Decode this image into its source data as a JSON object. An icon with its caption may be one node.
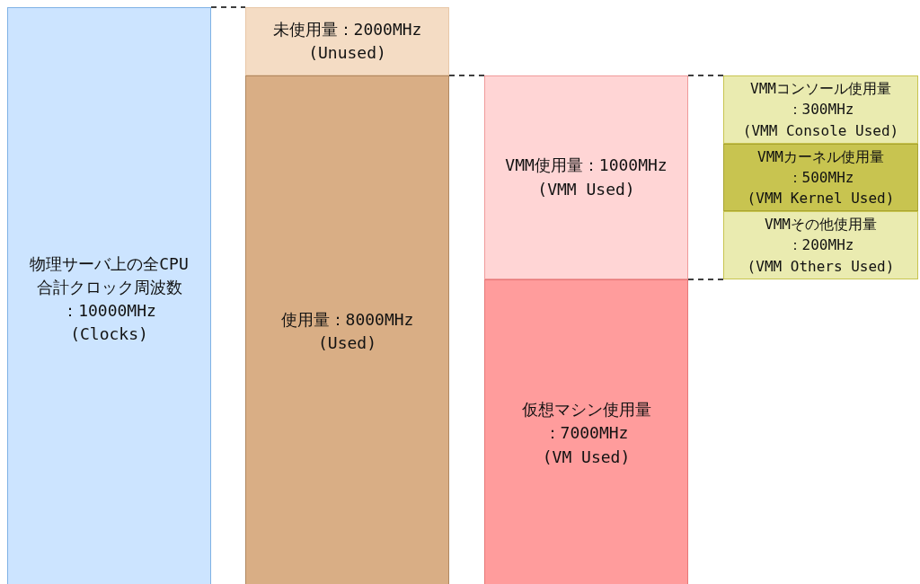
{
  "diagram": {
    "nodes": [
      {
        "text": [
          "物理サーバ上の全CPU合計クロック周波数",
          "：10000MHz",
          "(Clocks)"
        ]
      },
      {
        "text": [
          "未使用量：2000MHz",
          "(Unused)"
        ]
      },
      {
        "text": [
          "使用量：8000MHz",
          "(Used)"
        ]
      },
      {
        "text": [
          "VMM使用量：1000MHz",
          "(VMM Used)"
        ]
      },
      {
        "text": [
          "仮想マシン使用量",
          "：7000MHz",
          "(VM Used)"
        ]
      },
      {
        "text": [
          "VMMコンソール使用量",
          "：300MHz",
          "(VMM Console Used)"
        ]
      },
      {
        "text": [
          "VMMカーネル使用量",
          "：500MHz",
          "(VMM Kernel Used)"
        ]
      },
      {
        "text": [
          "VMMその他使用量",
          "：200MHz",
          "(VMM Others Used)"
        ]
      }
    ],
    "edges": [
      {
        "from": 0,
        "to": 1,
        "arrow": "none",
        "style": "dashed"
      },
      {
        "from": 2,
        "to": 3,
        "arrow": "none",
        "style": "dashed"
      },
      {
        "from": 3,
        "to": 5,
        "arrow": "none",
        "style": "dashed"
      },
      {
        "from": 3,
        "to": 7,
        "arrow": "none",
        "style": "dashed"
      }
    ]
  }
}
